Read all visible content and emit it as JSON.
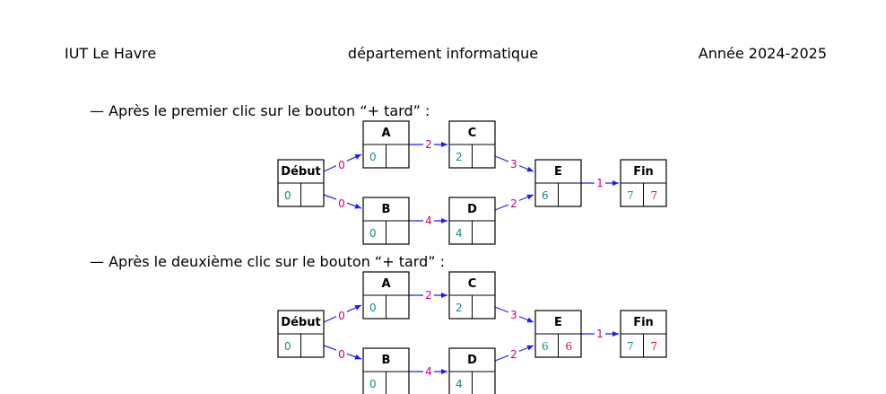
{
  "header": {
    "left": "IUT Le Havre",
    "center": "département informatique",
    "right": "Année 2024-2025"
  },
  "colors": {
    "early": "#0f8c8c",
    "late": "#e8102e",
    "weight": "#c8007a",
    "arrow": "#1a1aff"
  },
  "diagrams": [
    {
      "caption": "— Après le premier clic sur le bouton “+ tard” :",
      "nodes": [
        {
          "name": "Début",
          "early": "0",
          "late": ""
        },
        {
          "name": "A",
          "early": "0",
          "late": ""
        },
        {
          "name": "B",
          "early": "0",
          "late": ""
        },
        {
          "name": "C",
          "early": "2",
          "late": ""
        },
        {
          "name": "D",
          "early": "4",
          "late": ""
        },
        {
          "name": "E",
          "early": "6",
          "late": ""
        },
        {
          "name": "Fin",
          "early": "7",
          "late": "7"
        }
      ],
      "edges": [
        {
          "from": "Début",
          "to": "A",
          "weight": "0"
        },
        {
          "from": "Début",
          "to": "B",
          "weight": "0"
        },
        {
          "from": "A",
          "to": "C",
          "weight": "2"
        },
        {
          "from": "B",
          "to": "D",
          "weight": "4"
        },
        {
          "from": "C",
          "to": "E",
          "weight": "3"
        },
        {
          "from": "D",
          "to": "E",
          "weight": "2"
        },
        {
          "from": "E",
          "to": "Fin",
          "weight": "1"
        }
      ]
    },
    {
      "caption": "— Après le deuxième clic sur le bouton “+ tard” :",
      "nodes": [
        {
          "name": "Début",
          "early": "0",
          "late": ""
        },
        {
          "name": "A",
          "early": "0",
          "late": ""
        },
        {
          "name": "B",
          "early": "0",
          "late": ""
        },
        {
          "name": "C",
          "early": "2",
          "late": ""
        },
        {
          "name": "D",
          "early": "4",
          "late": ""
        },
        {
          "name": "E",
          "early": "6",
          "late": "6"
        },
        {
          "name": "Fin",
          "early": "7",
          "late": "7"
        }
      ],
      "edges": [
        {
          "from": "Début",
          "to": "A",
          "weight": "0"
        },
        {
          "from": "Début",
          "to": "B",
          "weight": "0"
        },
        {
          "from": "A",
          "to": "C",
          "weight": "2"
        },
        {
          "from": "B",
          "to": "D",
          "weight": "4"
        },
        {
          "from": "C",
          "to": "E",
          "weight": "3"
        },
        {
          "from": "D",
          "to": "E",
          "weight": "2"
        },
        {
          "from": "E",
          "to": "Fin",
          "weight": "1"
        }
      ]
    }
  ]
}
